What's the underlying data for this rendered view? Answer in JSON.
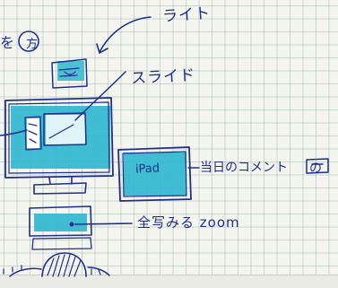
{
  "labels": {
    "light": "ライト",
    "slide": "スライド",
    "tablet": "iPad",
    "comment": "当日のコメント",
    "overview_zoom": "全写みる zoom",
    "top_left_fragment": "を",
    "top_left_circled": "方",
    "edge_fragment": "の"
  },
  "colors": {
    "ink": "#1f2f8c",
    "marker": "#2eb7cf",
    "paper": "#f4f5ef",
    "grid": "#96afaa"
  },
  "icons": [
    "light-icon",
    "monitor-icon",
    "tablet-icon",
    "laptop-icon",
    "person-icon"
  ]
}
